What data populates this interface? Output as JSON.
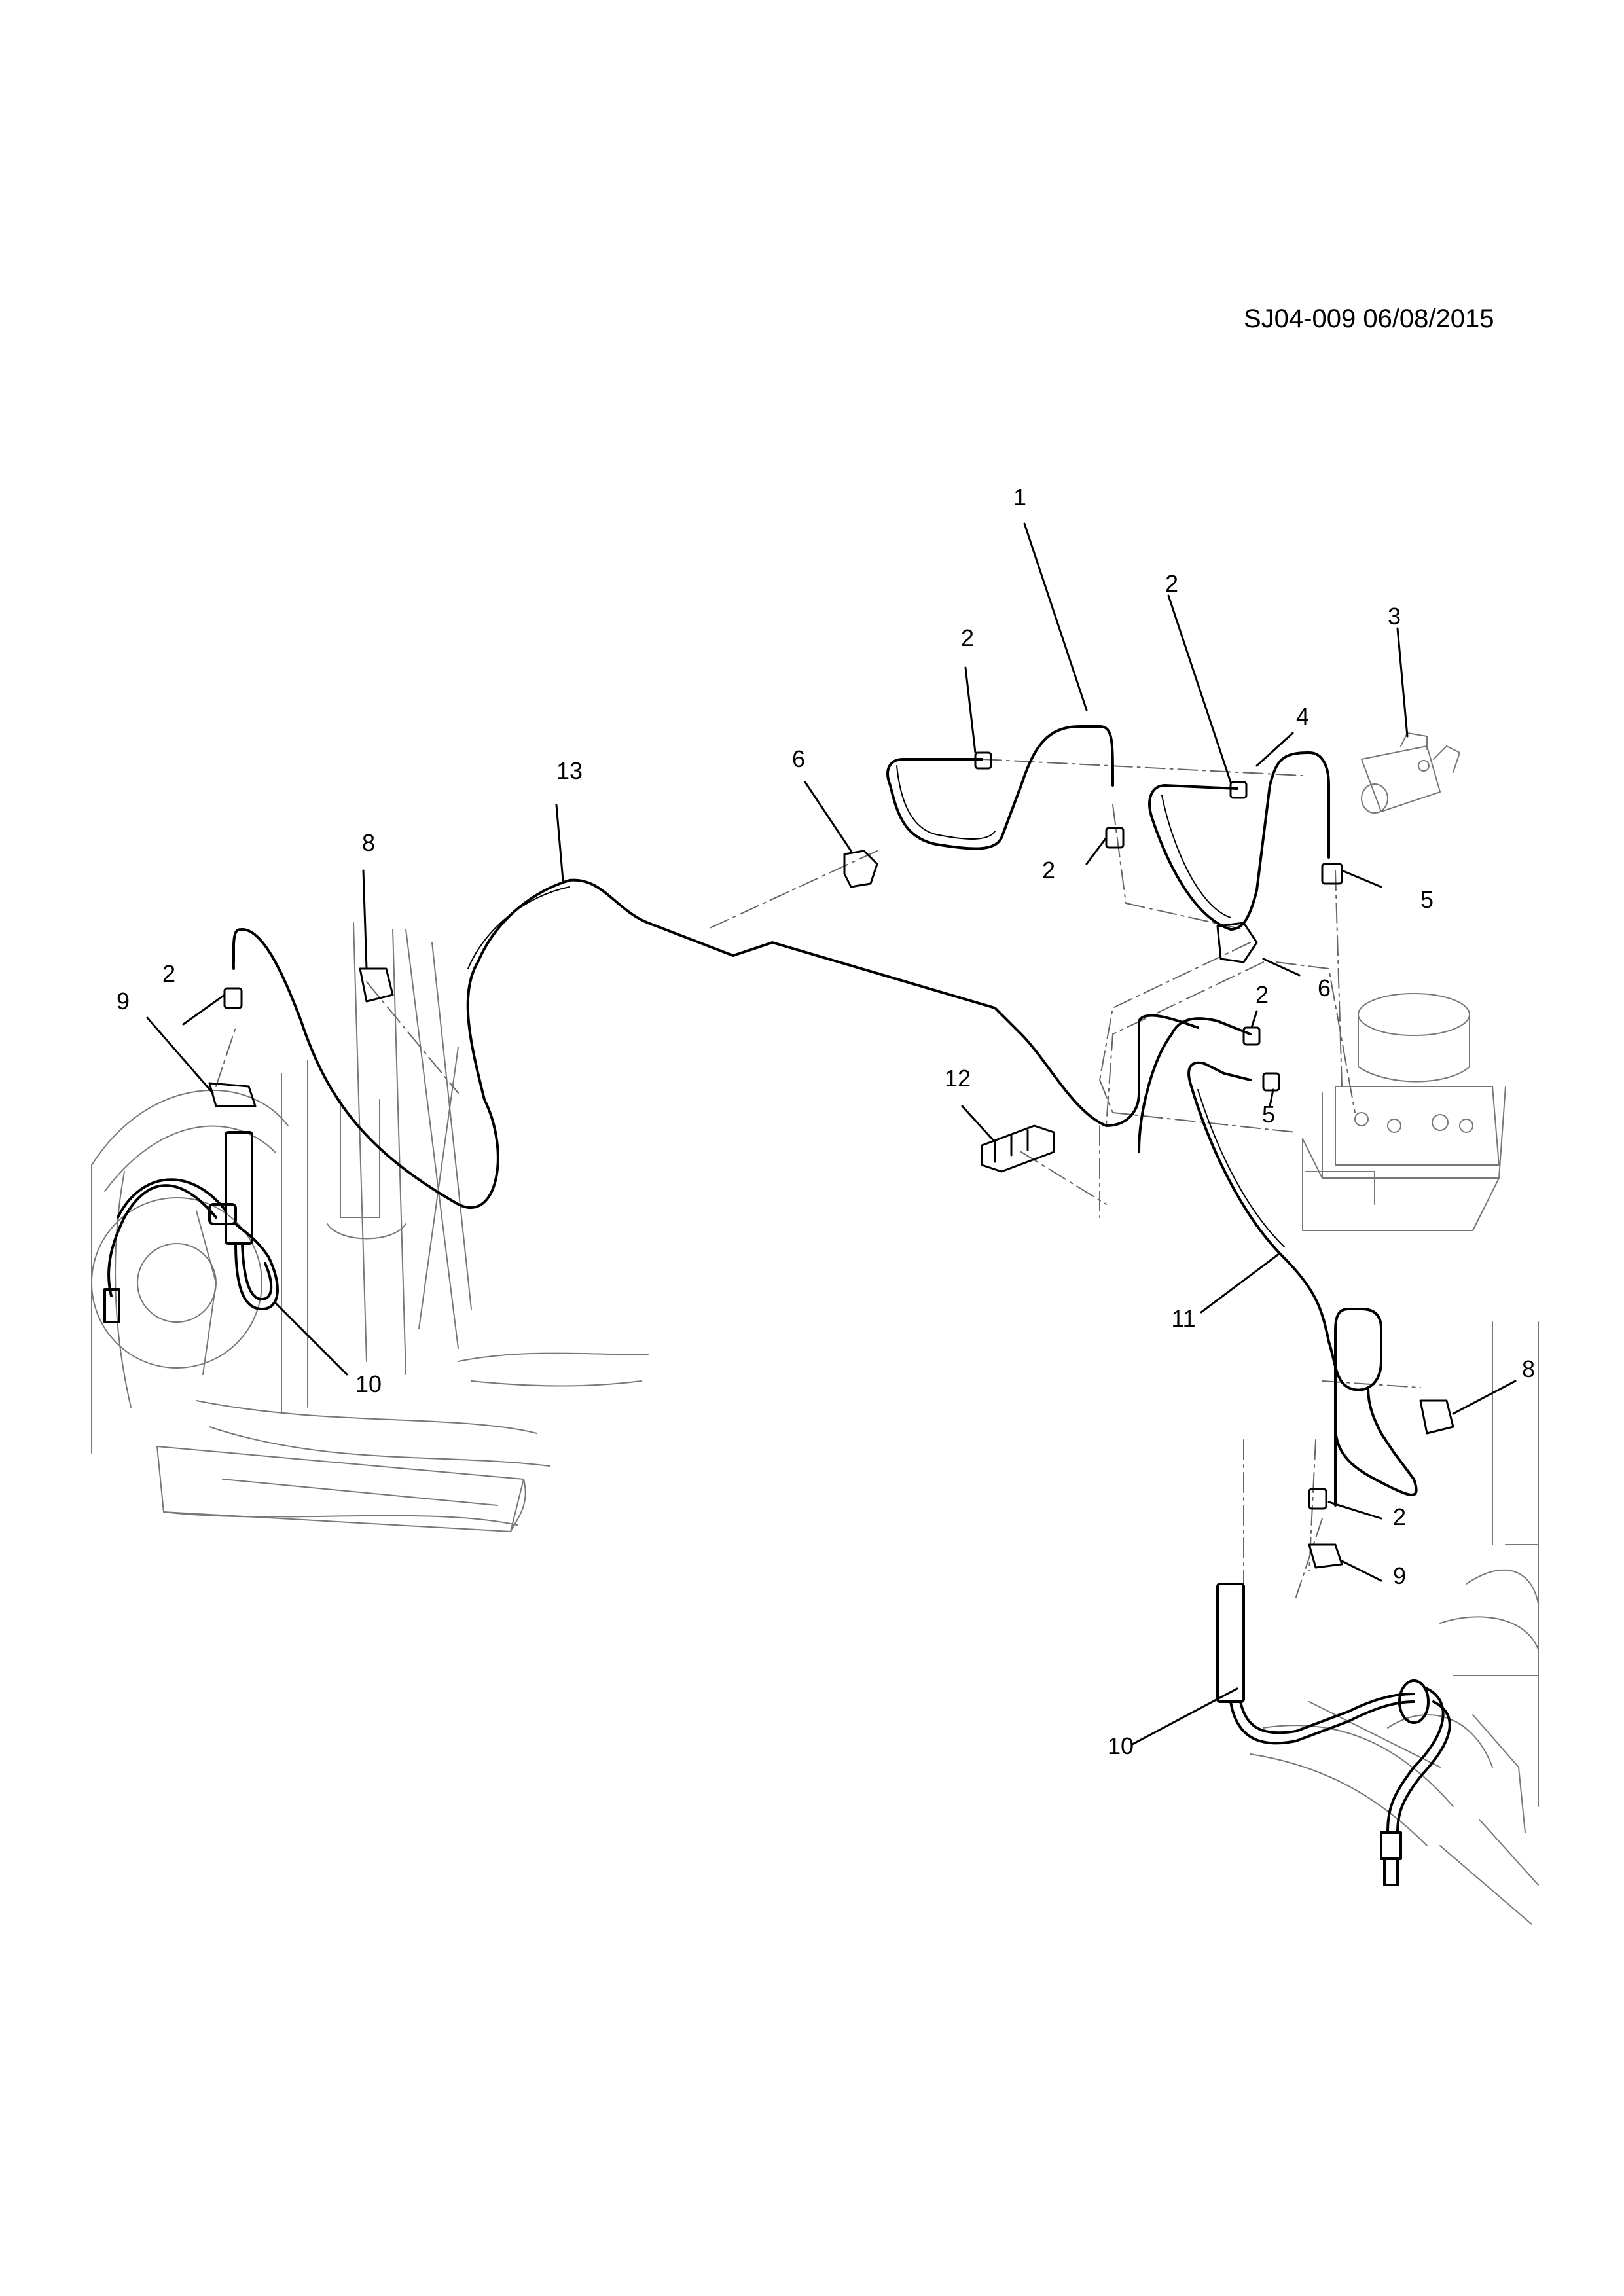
{
  "diagram_id": "SJ04-009 06/08/2015",
  "callouts": [
    "1",
    "2",
    "3",
    "4",
    "5",
    "6",
    "8",
    "9",
    "10",
    "11",
    "12",
    "13"
  ],
  "callout_labels": {
    "c1": "1",
    "c2a": "2",
    "c2b": "2",
    "c2c": "2",
    "c2d": "2",
    "c2e": "2",
    "c2f": "2",
    "c3": "3",
    "c4": "4",
    "c5a": "5",
    "c5b": "5",
    "c6a": "6",
    "c6b": "6",
    "c8a": "8",
    "c8b": "8",
    "c9a": "9",
    "c9b": "9",
    "c10a": "10",
    "c10b": "10",
    "c11": "11",
    "c12": "12",
    "c13": "13"
  }
}
